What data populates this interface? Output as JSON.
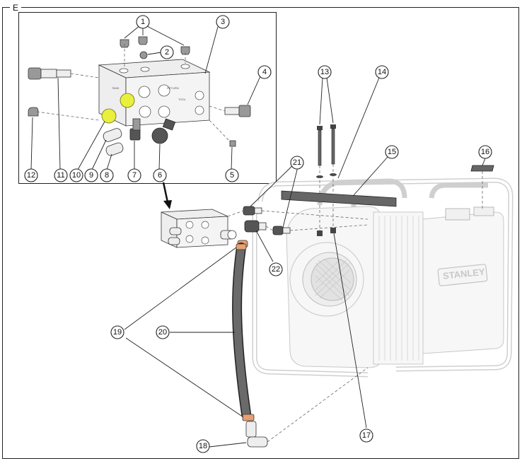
{
  "section_label": "E",
  "brand": "STANLEY",
  "callouts": [
    {
      "id": "c1",
      "text": "1"
    },
    {
      "id": "c2",
      "text": "2"
    },
    {
      "id": "c3",
      "text": "3"
    },
    {
      "id": "c4",
      "text": "4"
    },
    {
      "id": "c5",
      "text": "5"
    },
    {
      "id": "c6",
      "text": "6"
    },
    {
      "id": "c7",
      "text": "7"
    },
    {
      "id": "c8",
      "text": "8"
    },
    {
      "id": "c9",
      "text": "9"
    },
    {
      "id": "c10",
      "text": "10"
    },
    {
      "id": "c11",
      "text": "11"
    },
    {
      "id": "c12",
      "text": "12"
    },
    {
      "id": "c13",
      "text": "13"
    },
    {
      "id": "c14",
      "text": "14"
    },
    {
      "id": "c15",
      "text": "15"
    },
    {
      "id": "c16",
      "text": "16"
    },
    {
      "id": "c17",
      "text": "17"
    },
    {
      "id": "c18",
      "text": "18"
    },
    {
      "id": "c19",
      "text": "19"
    },
    {
      "id": "c20",
      "text": "20"
    },
    {
      "id": "c21",
      "text": "21"
    },
    {
      "id": "c22",
      "text": "22"
    }
  ],
  "colors": {
    "highlight": "#e8f03c",
    "frame": "#cfcfcf",
    "line": "#222222",
    "hose": "#555555",
    "fitting": "#e8a070"
  }
}
